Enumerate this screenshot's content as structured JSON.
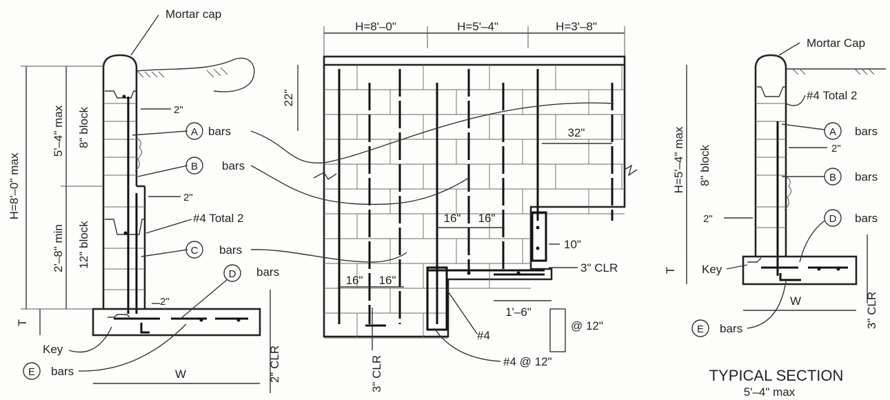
{
  "left_section": {
    "mortar_cap": "Mortar cap",
    "height": "H=8'–0\" max",
    "upper_height": "5'–4\" max",
    "upper_block": "8\" block",
    "lower_height": "2'–8\" min",
    "lower_block": "12\" block",
    "cover_top": "2\"",
    "cover_mid": "2\"",
    "cover_footing": "2\"",
    "bar_A_tag": "A",
    "bar_A_text": "bars",
    "bar_B_tag": "B",
    "bar_B_text": "bars",
    "bar_4": "#4 Total 2",
    "bar_C_tag": "C",
    "bar_C_text": "bars",
    "bar_D_tag": "D",
    "bar_D_text": "bars",
    "key": "Key",
    "bar_E_tag": "E",
    "bar_E_text": "bars",
    "T": "T",
    "W": "W",
    "clr": "2\" CLR"
  },
  "elevation": {
    "h1": "H=8'–0\"",
    "h2": "H=5'–4\"",
    "h3": "H=3'–8\"",
    "dim_22": "22\"",
    "dim_32": "32\"",
    "dim_16a": "16\"",
    "dim_16b": "16\"",
    "dim_16c": "16\"",
    "dim_16d": "16\"",
    "dim_10": "10\"",
    "dim_3clr": "3\" CLR",
    "dim_1_6": "1'–6\"",
    "at_12": "@ 12\"",
    "bar_4": "#4",
    "bar_4_12": "#4 @ 12\"",
    "bottom_clr": "3\" CLR"
  },
  "right_section": {
    "mortar_cap": "Mortar Cap",
    "bar_4": "#4 Total 2",
    "bar_A_tag": "A",
    "bar_A_text": "bars",
    "cover": "2\"",
    "bar_B_tag": "B",
    "bar_B_text": "bars",
    "height": "H=5'–4\" max",
    "block": "8\" block",
    "cover_left": "2\"",
    "bar_D_tag": "D",
    "bar_D_text": "bars",
    "T": "T",
    "key": "Key",
    "W": "W",
    "clr": "3\" CLR",
    "bar_E_tag": "E",
    "bar_E_text": "bars"
  },
  "caption": {
    "title": "TYPICAL SECTION",
    "subtitle": "5'–4\" max"
  }
}
